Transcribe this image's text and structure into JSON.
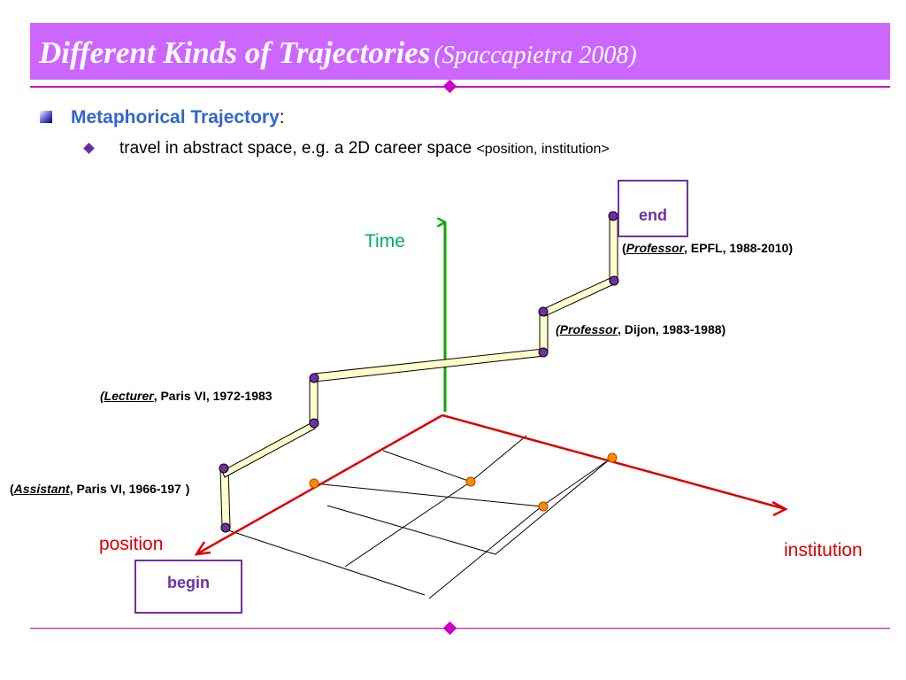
{
  "title": {
    "main": "Different Kinds of Trajectories",
    "sub": "(Spaccapietra 2008)"
  },
  "bullet1": {
    "label": "Metaphorical Trajectory",
    "colon": ":"
  },
  "bullet2": {
    "text": "travel in abstract space, e.g. a 2D career space",
    "small": "<position, institution>"
  },
  "axes": {
    "time": "Time",
    "position": "position",
    "institution": "institution"
  },
  "boxes": {
    "end": "end",
    "begin": "begin"
  },
  "points": {
    "assistant": {
      "open": "(",
      "role": "Assistant",
      "rest": ", Paris VI, 1966-197",
      "close": ")"
    },
    "lecturer": {
      "open": "",
      "role": "(Lecturer",
      "rest": ", Paris VI, 1972-1983"
    },
    "professor_dijon": {
      "role": "(Professor",
      "rest": ", Dijon, 1983-1988)"
    },
    "professor_epfl": {
      "open": "(",
      "role": "Professor",
      "rest": ", EPFL, 1988-2010)"
    }
  },
  "colors": {
    "title_bg": "#cc66ff",
    "rule": "#cc00cc",
    "time_axis": "#00aa00",
    "plane_axis": "#dd0000",
    "trajectory_fill": "#ffffcc",
    "box_border": "#7030a0",
    "node": "#7030a0",
    "ground_point": "#ff8800"
  }
}
